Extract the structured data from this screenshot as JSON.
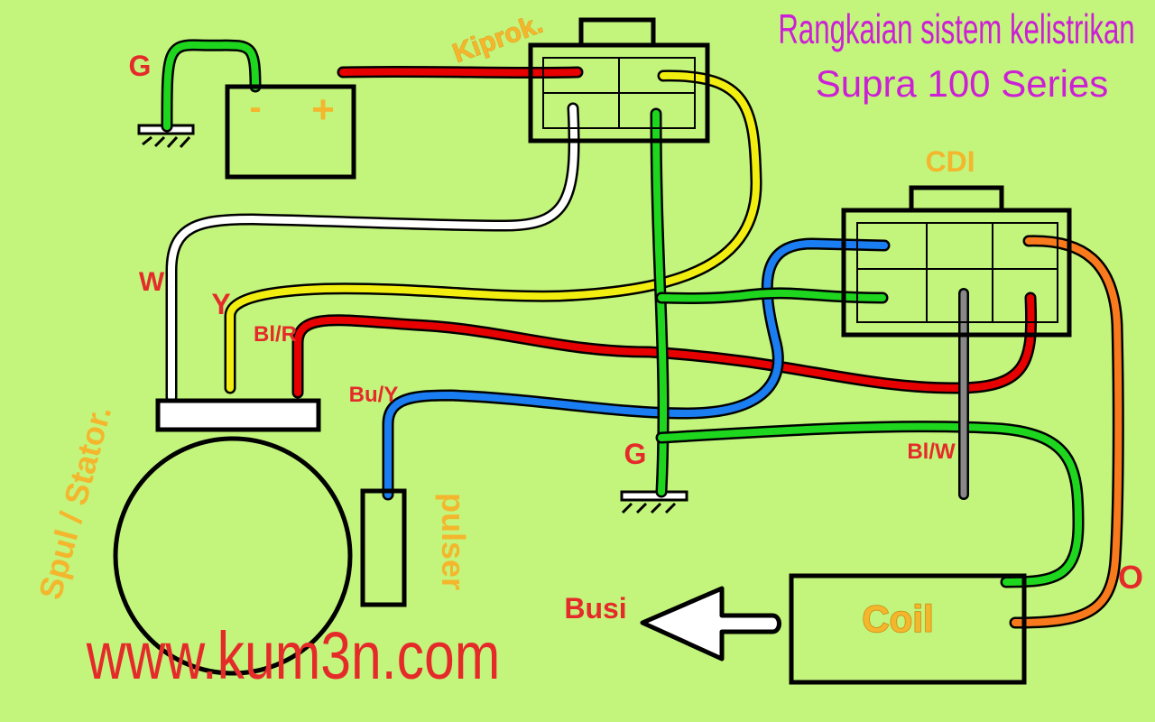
{
  "title": {
    "line1": "Rangkaian sistem kelistrikan",
    "line2": "Supra 100 Series"
  },
  "components": {
    "kiprok": "Kiprok.",
    "cdi": "CDI",
    "stator": "Spul / Stator.",
    "pulser": "pulser",
    "coil": "Coil",
    "busi": "Busi",
    "battery_minus": "-",
    "battery_plus": "+"
  },
  "wire_labels": {
    "g_battery": "G",
    "w": "W",
    "y": "Y",
    "bl_r": "Bl/R",
    "bu_y": "Bu/Y",
    "g_ground": "G",
    "bl_w": "Bl/W",
    "o": "O"
  },
  "watermark": "www.kum3n.com",
  "colors": {
    "background": "#c3f57c",
    "title": "#cc1fd6",
    "component_label": "#f4b62c",
    "wire_label": "#e52a2a",
    "watermark": "#e52a2a",
    "green_wire": "#1ed61e",
    "red_wire": "#e60000",
    "yellow_wire": "#f2ee10",
    "white_wire": "#ffffff",
    "blue_wire": "#1a7ef2",
    "orange_wire": "#f97a1c",
    "gray_wire": "#888888"
  }
}
